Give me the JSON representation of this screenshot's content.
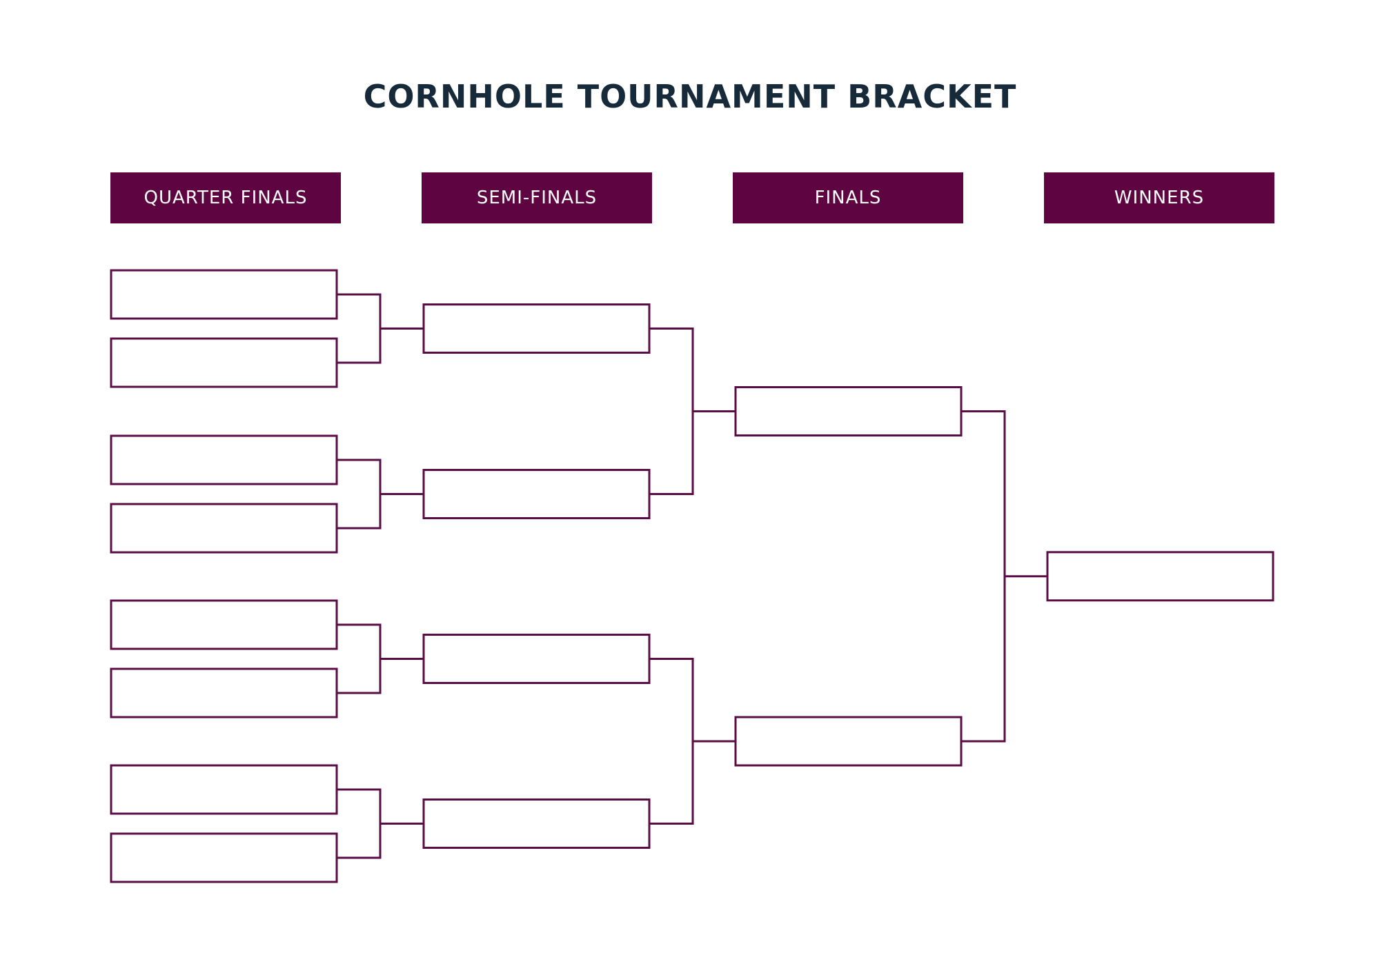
{
  "title": "CORNHOLE TOURNAMENT BRACKET",
  "colors": {
    "accent": "#5e0541",
    "line": "#5a0d45",
    "title": "#172a3a",
    "header_text": "#ffffff"
  },
  "rounds": [
    {
      "id": "quarter-finals",
      "label": "QUARTER FINALS",
      "slots": 8
    },
    {
      "id": "semi-finals",
      "label": "SEMI-FINALS",
      "slots": 4
    },
    {
      "id": "finals",
      "label": "FINALS",
      "slots": 2
    },
    {
      "id": "winners",
      "label": "WINNERS",
      "slots": 1
    }
  ]
}
